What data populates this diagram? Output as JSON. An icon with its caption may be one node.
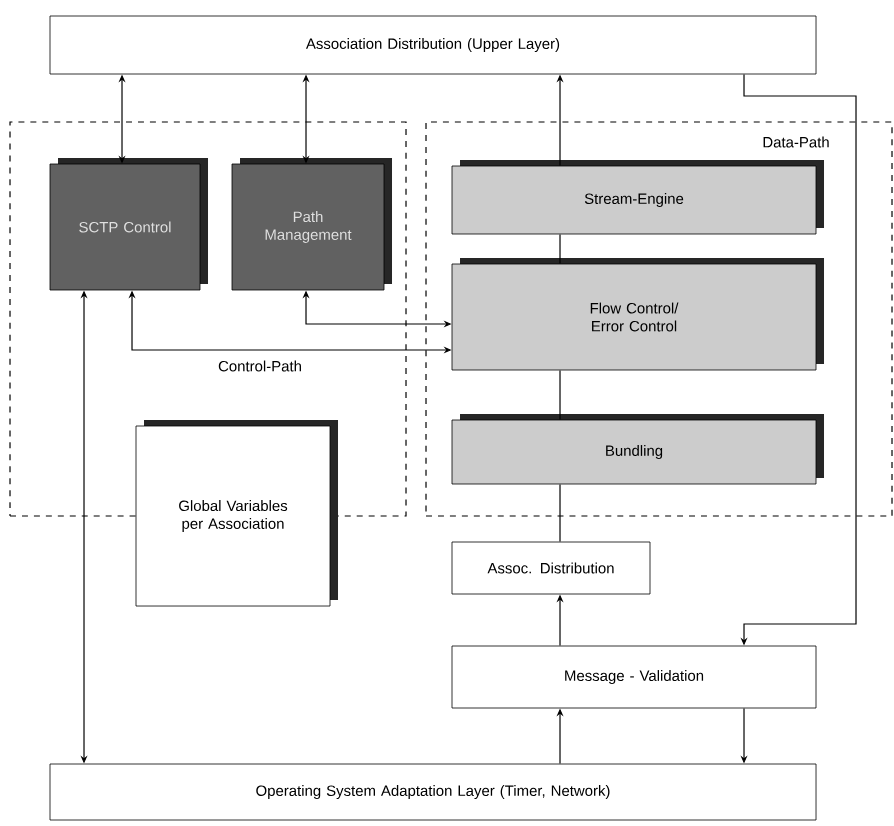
{
  "diagram": {
    "nodes": [
      {
        "text": [
          "Association Distribution (Upper Layer)"
        ]
      },
      {
        "text": [
          "Control-Path"
        ]
      },
      {
        "text": [
          "Data-Path"
        ]
      },
      {
        "text": [
          "SCTP Control"
        ],
        "in": 1
      },
      {
        "text": [
          "Path Management"
        ],
        "in": 1
      },
      {
        "text": [
          "Stream-Engine"
        ],
        "in": 2
      },
      {
        "text": [
          "Flow Control/ Error Control"
        ],
        "in": 2
      },
      {
        "text": [
          "Bundling"
        ],
        "in": 2
      },
      {
        "text": [
          "Global Variables per Association"
        ]
      },
      {
        "text": [
          "Assoc. Distribution"
        ]
      },
      {
        "text": [
          "Message - Validation"
        ]
      },
      {
        "text": [
          "Operating System Adaptation Layer (Timer, Network)"
        ]
      }
    ],
    "edges": [
      {
        "from": 0,
        "to": 3,
        "arrow": "both"
      },
      {
        "from": 0,
        "to": 4,
        "arrow": "both"
      },
      {
        "from": 5,
        "to": 0,
        "arrow": "to"
      },
      {
        "from": 0,
        "to": 10,
        "arrow": "to"
      },
      {
        "from": 5,
        "to": 6,
        "arrow": "none"
      },
      {
        "from": 6,
        "to": 7,
        "arrow": "none"
      },
      {
        "from": 7,
        "to": 9,
        "arrow": "none"
      },
      {
        "from": 10,
        "to": 9,
        "arrow": "to"
      },
      {
        "from": 11,
        "to": 10,
        "arrow": "to"
      },
      {
        "from": 10,
        "to": 11,
        "arrow": "to"
      },
      {
        "from": 3,
        "to": 11,
        "arrow": "both"
      },
      {
        "from": 3,
        "to": 6,
        "arrow": "both"
      },
      {
        "from": 4,
        "to": 6,
        "arrow": "both"
      }
    ]
  }
}
